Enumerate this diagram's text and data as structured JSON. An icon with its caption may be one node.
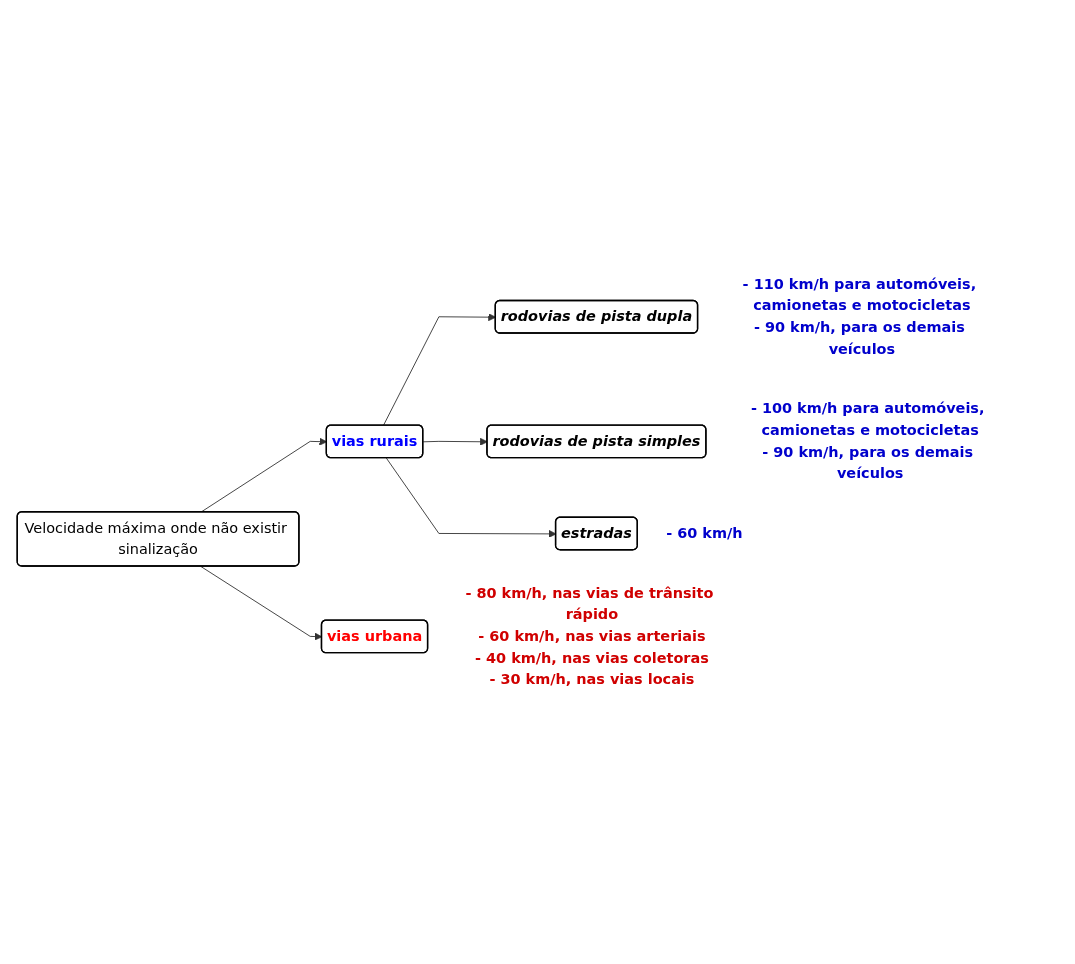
{
  "diagram": {
    "nodes": [
      {
        "text": [
          "Velocidade máxima onde não existir sinalização"
        ]
      },
      {
        "text": [
          "vias urbana"
        ],
        "beside": [
          "- 80 km/h, nas vias de trânsito rápido",
          "- 60 km/h, nas vias arteriais",
          "- 40 km/h, nas vias coletoras",
          "- 30 km/h, nas vias locais"
        ]
      },
      {
        "text": [
          "vias rurais"
        ]
      },
      {
        "text": [
          "rodovias de pista dupla"
        ],
        "beside": [
          "- 110 km/h para automóveis, camionetas e motocicletas",
          "- 90 km/h, para os demais veículos"
        ]
      },
      {
        "text": [
          "rodovias de pista simples"
        ],
        "beside": [
          "- 100 km/h para automóveis, camionetas e motocicletas",
          "- 90 km/h, para os demais veículos"
        ]
      },
      {
        "text": [
          "estradas"
        ],
        "beside": [
          "- 60 km/h"
        ]
      }
    ],
    "edges": [
      {
        "from": 0,
        "to": 1,
        "arrow": "to"
      },
      {
        "from": 0,
        "to": 2,
        "arrow": "to"
      },
      {
        "from": 2,
        "to": 3,
        "arrow": "to"
      },
      {
        "from": 2,
        "to": 4,
        "arrow": "to"
      },
      {
        "from": 2,
        "to": 5,
        "arrow": "to"
      }
    ]
  }
}
